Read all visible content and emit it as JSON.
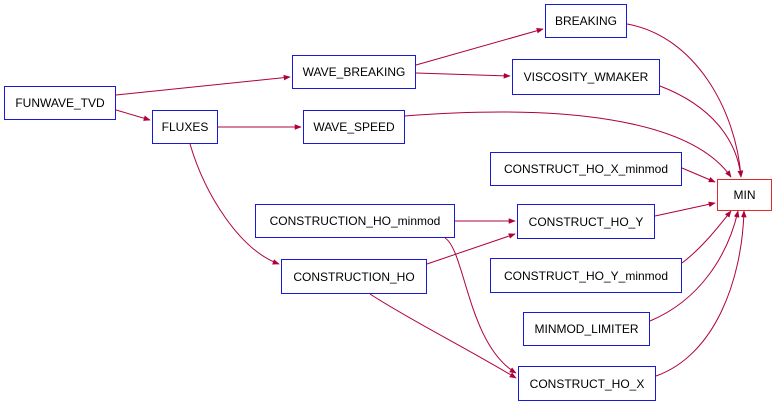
{
  "colors": {
    "node_border": "#1a1ad6",
    "target_border": "#e0292b",
    "edge": "#b0003a",
    "background": "#ffffff"
  },
  "graph": {
    "nodes": [
      {
        "id": "funwave",
        "label": "FUNWAVE_TVD"
      },
      {
        "id": "fluxes",
        "label": "FLUXES"
      },
      {
        "id": "wave_breaking",
        "label": "WAVE_BREAKING"
      },
      {
        "id": "breaking",
        "label": "BREAKING"
      },
      {
        "id": "viscosity",
        "label": "VISCOSITY_WMAKER"
      },
      {
        "id": "wave_speed",
        "label": "WAVE_SPEED"
      },
      {
        "id": "ho_x_minmod",
        "label": "CONSTRUCT_HO_X_minmod"
      },
      {
        "id": "ho_minmod",
        "label": "CONSTRUCTION_HO_minmod"
      },
      {
        "id": "ho_y",
        "label": "CONSTRUCT_HO_Y"
      },
      {
        "id": "construction_ho",
        "label": "CONSTRUCTION_HO"
      },
      {
        "id": "ho_y_minmod",
        "label": "CONSTRUCT_HO_Y_minmod"
      },
      {
        "id": "minmod_limiter",
        "label": "MINMOD_LIMITER"
      },
      {
        "id": "ho_x",
        "label": "CONSTRUCT_HO_X"
      },
      {
        "id": "min",
        "label": "MIN"
      }
    ],
    "edges": [
      {
        "from": "funwave",
        "to": "wave_breaking"
      },
      {
        "from": "funwave",
        "to": "fluxes"
      },
      {
        "from": "wave_breaking",
        "to": "breaking"
      },
      {
        "from": "wave_breaking",
        "to": "viscosity"
      },
      {
        "from": "fluxes",
        "to": "wave_speed"
      },
      {
        "from": "fluxes",
        "to": "construction_ho"
      },
      {
        "from": "breaking",
        "to": "min"
      },
      {
        "from": "viscosity",
        "to": "min"
      },
      {
        "from": "wave_speed",
        "to": "min"
      },
      {
        "from": "ho_x_minmod",
        "to": "min"
      },
      {
        "from": "ho_minmod",
        "to": "ho_y"
      },
      {
        "from": "ho_minmod",
        "to": "ho_x"
      },
      {
        "from": "construction_ho",
        "to": "ho_y"
      },
      {
        "from": "construction_ho",
        "to": "ho_x"
      },
      {
        "from": "ho_y",
        "to": "min"
      },
      {
        "from": "ho_y_minmod",
        "to": "min"
      },
      {
        "from": "minmod_limiter",
        "to": "min"
      },
      {
        "from": "ho_x",
        "to": "min"
      }
    ]
  }
}
